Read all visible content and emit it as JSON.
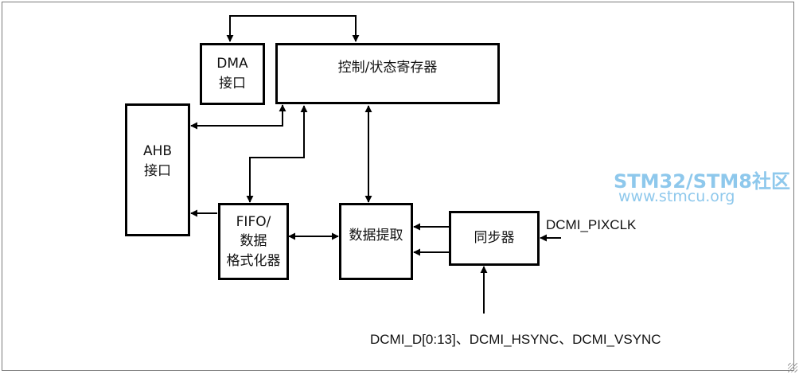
{
  "blocks": {
    "dma": [
      "DMA",
      "接口"
    ],
    "control": [
      "控制/状态寄存器"
    ],
    "ahb": [
      "AHB",
      "接口"
    ],
    "fifo": [
      "FIFO/",
      "数据",
      "格式化器"
    ],
    "extract": [
      "数据提取"
    ],
    "sync": [
      "同步器"
    ]
  },
  "signals": {
    "pixclk": "DCMI_PIXCLK",
    "data_sync": "DCMI_D[0:13]、DCMI_HSYNC、DCMI_VSYNC"
  },
  "watermark": {
    "line1": "STM32/STM8社区",
    "line2": "www.stmcu.org"
  },
  "colors": {
    "watermark": "#8ec8ec",
    "line": "#000000"
  }
}
